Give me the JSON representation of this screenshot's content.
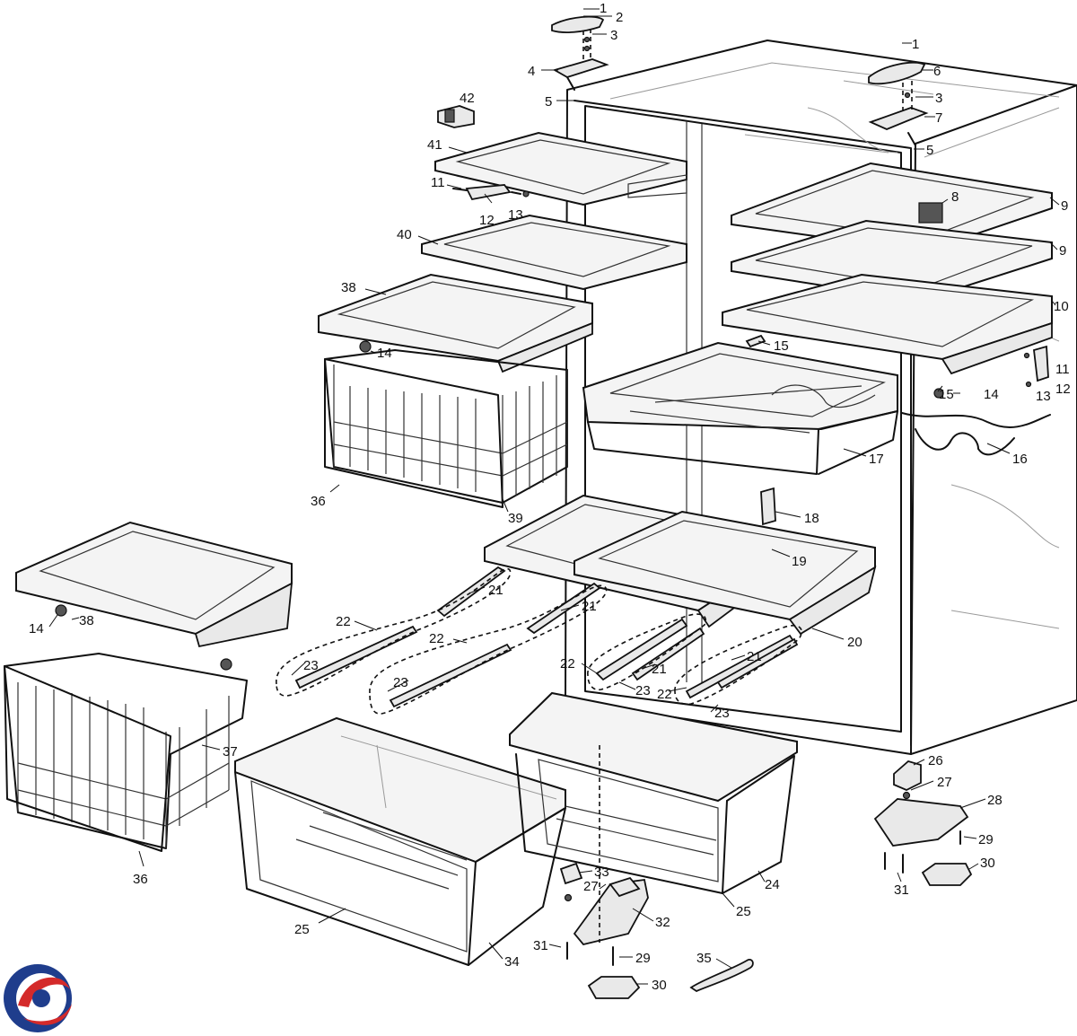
{
  "callouts": [
    {
      "id": "c1a",
      "text": "1"
    },
    {
      "id": "c2",
      "text": "2"
    },
    {
      "id": "c3a",
      "text": "3"
    },
    {
      "id": "c4",
      "text": "4"
    },
    {
      "id": "c5a",
      "text": "5"
    },
    {
      "id": "c1b",
      "text": "1"
    },
    {
      "id": "c6",
      "text": "6"
    },
    {
      "id": "c3b",
      "text": "3"
    },
    {
      "id": "c7",
      "text": "7"
    },
    {
      "id": "c5b",
      "text": "5"
    },
    {
      "id": "c42",
      "text": "42"
    },
    {
      "id": "c41",
      "text": "41"
    },
    {
      "id": "c11a",
      "text": "11"
    },
    {
      "id": "c12a",
      "text": "12"
    },
    {
      "id": "c13a",
      "text": "13"
    },
    {
      "id": "c40",
      "text": "40"
    },
    {
      "id": "c38a",
      "text": "38"
    },
    {
      "id": "c14a",
      "text": "14"
    },
    {
      "id": "c36a",
      "text": "36"
    },
    {
      "id": "c39",
      "text": "39"
    },
    {
      "id": "c8",
      "text": "8"
    },
    {
      "id": "c9a",
      "text": "9"
    },
    {
      "id": "c9b",
      "text": "9"
    },
    {
      "id": "c10",
      "text": "10"
    },
    {
      "id": "c15a",
      "text": "15"
    },
    {
      "id": "c11b",
      "text": "11"
    },
    {
      "id": "c12b",
      "text": "12"
    },
    {
      "id": "c13b",
      "text": "13"
    },
    {
      "id": "c15b",
      "text": "15"
    },
    {
      "id": "c14b",
      "text": "14"
    },
    {
      "id": "c16",
      "text": "16"
    },
    {
      "id": "c17",
      "text": "17"
    },
    {
      "id": "c18",
      "text": "18"
    },
    {
      "id": "c19",
      "text": "19"
    },
    {
      "id": "c20",
      "text": "20"
    },
    {
      "id": "c14c",
      "text": "14"
    },
    {
      "id": "c38b",
      "text": "38"
    },
    {
      "id": "c22a",
      "text": "22"
    },
    {
      "id": "c21a",
      "text": "21"
    },
    {
      "id": "c21b",
      "text": "21"
    },
    {
      "id": "c22b",
      "text": "22"
    },
    {
      "id": "c23a",
      "text": "23"
    },
    {
      "id": "c23b",
      "text": "23"
    },
    {
      "id": "c22c",
      "text": "22"
    },
    {
      "id": "c21c",
      "text": "21"
    },
    {
      "id": "c21d",
      "text": "21"
    },
    {
      "id": "c23c",
      "text": "23"
    },
    {
      "id": "c22d",
      "text": "22"
    },
    {
      "id": "c23d",
      "text": "23"
    },
    {
      "id": "c37",
      "text": "37"
    },
    {
      "id": "c36b",
      "text": "36"
    },
    {
      "id": "c25a",
      "text": "25"
    },
    {
      "id": "c34",
      "text": "34"
    },
    {
      "id": "c33",
      "text": "33"
    },
    {
      "id": "c27a",
      "text": "27"
    },
    {
      "id": "c32",
      "text": "32"
    },
    {
      "id": "c31a",
      "text": "31"
    },
    {
      "id": "c29a",
      "text": "29"
    },
    {
      "id": "c30a",
      "text": "30"
    },
    {
      "id": "c35",
      "text": "35"
    },
    {
      "id": "c24",
      "text": "24"
    },
    {
      "id": "c25b",
      "text": "25"
    },
    {
      "id": "c26",
      "text": "26"
    },
    {
      "id": "c27b",
      "text": "27"
    },
    {
      "id": "c28",
      "text": "28"
    },
    {
      "id": "c29b",
      "text": "29"
    },
    {
      "id": "c30b",
      "text": "30"
    },
    {
      "id": "c31b",
      "text": "31"
    }
  ],
  "logo": {
    "colors": [
      "#1f3d8c",
      "#d42a2a",
      "#ffffff"
    ]
  }
}
